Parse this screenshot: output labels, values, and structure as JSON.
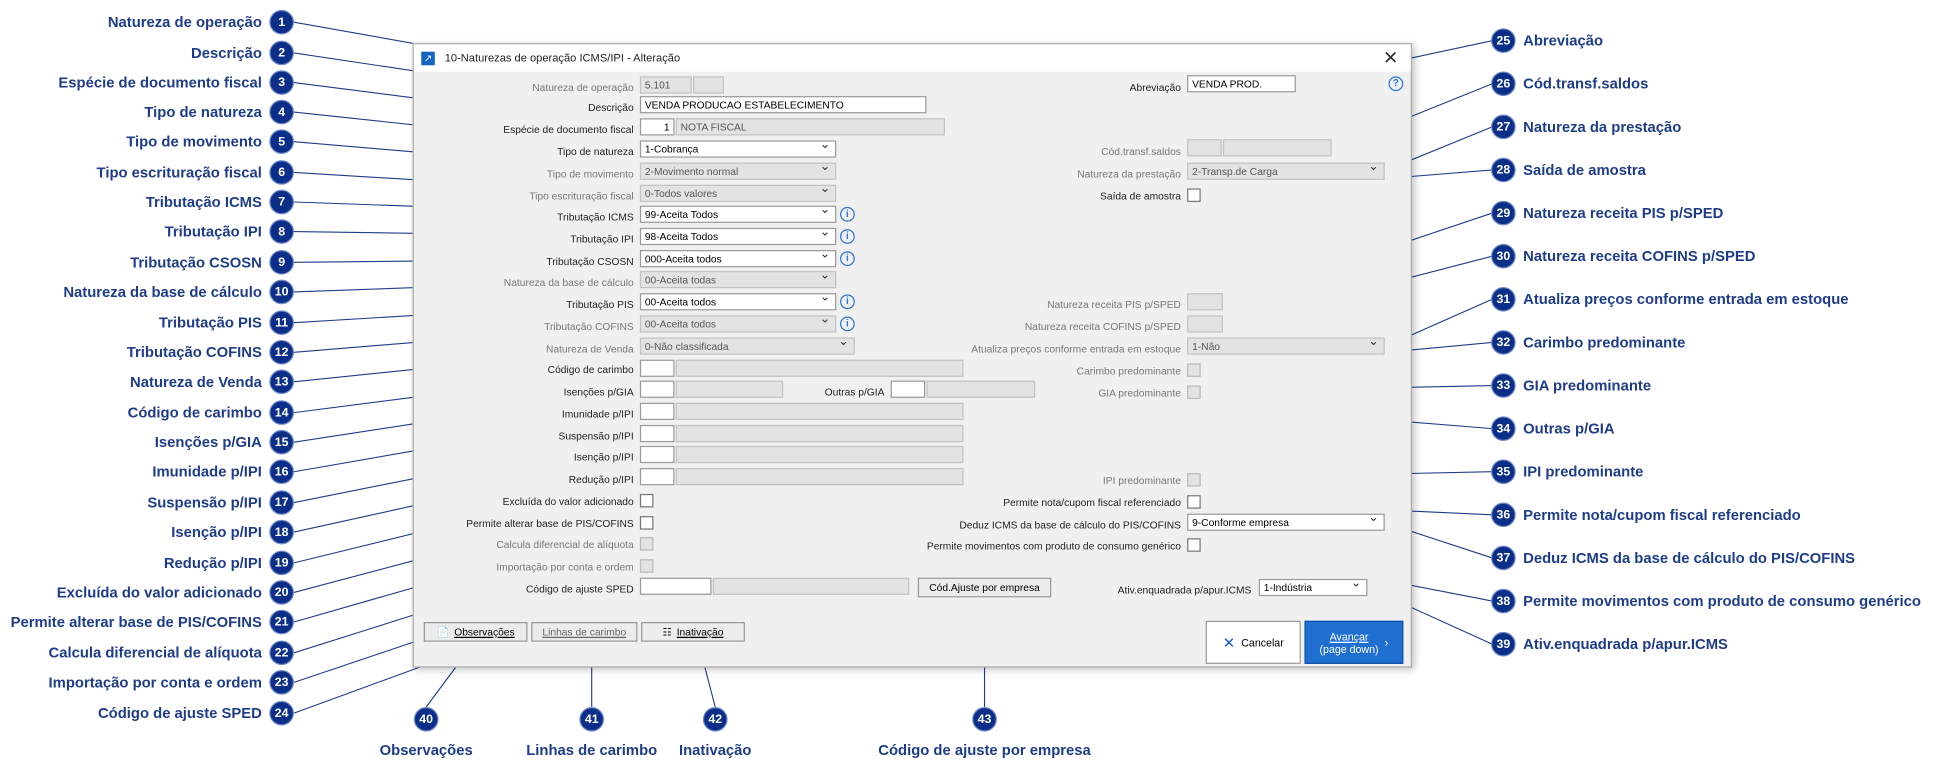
{
  "window": {
    "title": "10-Naturezas de operação ICMS/IPI - Alteração",
    "fields": {
      "natureza_operacao": {
        "label": "Natureza de operação",
        "value": "5.101"
      },
      "descricao": {
        "label": "Descrição",
        "value": "VENDA PRODUCAO ESTABELECIMENTO"
      },
      "especie_documento": {
        "label": "Espécie de documento fiscal",
        "code": "1",
        "value": "NOTA FISCAL"
      },
      "tipo_natureza": {
        "label": "Tipo de natureza",
        "value": "1-Cobrança"
      },
      "tipo_movimento": {
        "label": "Tipo de movimento",
        "value": "2-Movimento normal"
      },
      "tipo_escrituracao": {
        "label": "Tipo escrituração fiscal",
        "value": "0-Todos valores"
      },
      "tributacao_icms": {
        "label": "Tributação ICMS",
        "value": "99-Aceita Todos"
      },
      "tributacao_ipi": {
        "label": "Tributação IPI",
        "value": "98-Aceita Todos"
      },
      "tributacao_csosn": {
        "label": "Tributação CSOSN",
        "value": "000-Aceita todos"
      },
      "natureza_base_calculo": {
        "label": "Natureza da base de cálculo",
        "value": "00-Aceita todas"
      },
      "tributacao_pis": {
        "label": "Tributação PIS",
        "value": "00-Aceita todos"
      },
      "tributacao_cofins": {
        "label": "Tributação COFINS",
        "value": "00-Aceita todos"
      },
      "natureza_venda": {
        "label": "Natureza de Venda",
        "value": "0-Não classificada"
      },
      "codigo_carimbo": {
        "label": "Código de carimbo"
      },
      "isencoes_gia": {
        "label": "Isenções p/GIA"
      },
      "outras_gia": {
        "label": "Outras p/GIA"
      },
      "imunidade_ipi": {
        "label": "Imunidade p/IPI"
      },
      "suspensao_ipi": {
        "label": "Suspensão p/IPI"
      },
      "isencao_ipi": {
        "label": "Isenção p/IPI"
      },
      "reducao_ipi": {
        "label": "Redução p/IPI"
      },
      "excluida_valor_adicionado": {
        "label": "Excluída do valor adicionado"
      },
      "permite_alterar_base": {
        "label": "Permite alterar base de PIS/COFINS"
      },
      "calcula_diferencial": {
        "label": "Calcula diferencial de alíquota"
      },
      "importacao_conta_ordem": {
        "label": "Importação por conta e ordem"
      },
      "codigo_ajuste_sped": {
        "label": "Código de ajuste SPED"
      },
      "abreviacao": {
        "label": "Abreviação",
        "value": "VENDA PROD."
      },
      "cod_transf_saldos": {
        "label": "Cód.transf.saldos"
      },
      "natureza_prestacao": {
        "label": "Natureza da prestação",
        "value": "2-Transp.de Carga"
      },
      "saida_amostra": {
        "label": "Saída de amostra"
      },
      "nat_receita_pis": {
        "label": "Natureza receita PIS p/SPED"
      },
      "nat_receita_cofins": {
        "label": "Natureza receita COFINS p/SPED"
      },
      "atualiza_precos": {
        "label": "Atualiza preços conforme entrada em estoque",
        "value": "1-Não"
      },
      "carimbo_predominante": {
        "label": "Carimbo predominante"
      },
      "gia_predominante": {
        "label": "GIA predominante"
      },
      "ipi_predominante": {
        "label": "IPI predominante"
      },
      "permite_nota_cupom": {
        "label": "Permite nota/cupom fiscal referenciado"
      },
      "deduz_icms": {
        "label": "Deduz ICMS da base de cálculo do PIS/COFINS",
        "value": "9-Conforme empresa"
      },
      "permite_mov_consumo": {
        "label": "Permite movimentos com produto de consumo genérico"
      },
      "ativ_enquadrada": {
        "label": "Ativ.enquadrada p/apur.ICMS",
        "value": "1-Indústria"
      }
    },
    "buttons": {
      "observacoes": "Observações",
      "linhas_carimbo": "Linhas de carimbo",
      "inativacao": "Inativação",
      "cod_ajuste_empresa": "Cód.Ajuste por empresa",
      "cancelar": "Cancelar",
      "avancar": "Avançar",
      "avancar_sub": "(page down)"
    },
    "help_icon": "question-icon",
    "info_icon": "info-icon"
  },
  "callouts": {
    "left": [
      {
        "n": "1",
        "label": "Natureza de operação"
      },
      {
        "n": "2",
        "label": "Descrição"
      },
      {
        "n": "3",
        "label": "Espécie de documento fiscal"
      },
      {
        "n": "4",
        "label": "Tipo de natureza"
      },
      {
        "n": "5",
        "label": "Tipo de movimento"
      },
      {
        "n": "6",
        "label": "Tipo escrituração fiscal"
      },
      {
        "n": "7",
        "label": "Tributação ICMS"
      },
      {
        "n": "8",
        "label": "Tributação IPI"
      },
      {
        "n": "9",
        "label": "Tributação CSOSN"
      },
      {
        "n": "10",
        "label": "Natureza da base de cálculo"
      },
      {
        "n": "11",
        "label": "Tributação PIS"
      },
      {
        "n": "12",
        "label": "Tributação COFINS"
      },
      {
        "n": "13",
        "label": "Natureza de Venda"
      },
      {
        "n": "14",
        "label": "Código de carimbo"
      },
      {
        "n": "15",
        "label": "Isenções p/GIA"
      },
      {
        "n": "16",
        "label": "Imunidade p/IPI"
      },
      {
        "n": "17",
        "label": "Suspensão p/IPI"
      },
      {
        "n": "18",
        "label": "Isenção p/IPI"
      },
      {
        "n": "19",
        "label": "Redução p/IPI"
      },
      {
        "n": "20",
        "label": "Excluída do valor adicionado"
      },
      {
        "n": "21",
        "label": "Permite alterar base de PIS/COFINS"
      },
      {
        "n": "22",
        "label": "Calcula diferencial de alíquota"
      },
      {
        "n": "23",
        "label": "Importação por conta e ordem"
      },
      {
        "n": "24",
        "label": "Código de ajuste SPED"
      }
    ],
    "right": [
      {
        "n": "25",
        "label": "Abreviação"
      },
      {
        "n": "26",
        "label": "Cód.transf.saldos"
      },
      {
        "n": "27",
        "label": "Natureza da prestação"
      },
      {
        "n": "28",
        "label": "Saída de amostra"
      },
      {
        "n": "29",
        "label": "Natureza receita PIS p/SPED"
      },
      {
        "n": "30",
        "label": "Natureza receita COFINS p/SPED"
      },
      {
        "n": "31",
        "label": "Atualiza preços conforme entrada em estoque"
      },
      {
        "n": "32",
        "label": "Carimbo predominante"
      },
      {
        "n": "33",
        "label": "GIA predominante"
      },
      {
        "n": "34",
        "label": "Outras p/GIA"
      },
      {
        "n": "35",
        "label": "IPI predominante"
      },
      {
        "n": "36",
        "label": "Permite nota/cupom fiscal referenciado"
      },
      {
        "n": "37",
        "label": "Deduz ICMS da base de cálculo do PIS/COFINS"
      },
      {
        "n": "38",
        "label": "Permite movimentos com produto de consumo genérico"
      },
      {
        "n": "39",
        "label": "Ativ.enquadrada p/apur.ICMS"
      }
    ],
    "bottom": [
      {
        "n": "40",
        "label": "Observações"
      },
      {
        "n": "41",
        "label": "Linhas de carimbo"
      },
      {
        "n": "42",
        "label": "Inativação"
      },
      {
        "n": "43",
        "label": "Código de ajuste por empresa"
      }
    ]
  }
}
